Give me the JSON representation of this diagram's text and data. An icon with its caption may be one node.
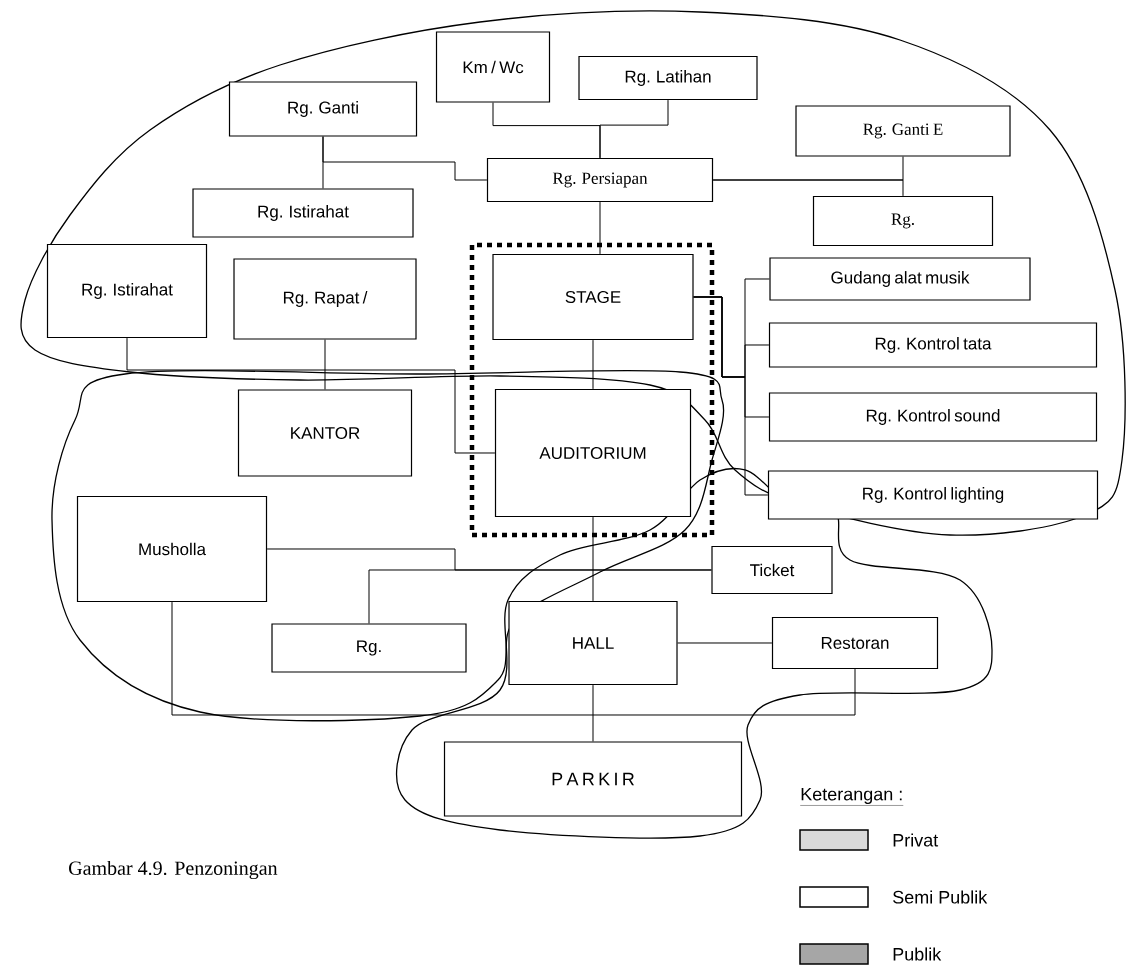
{
  "diagram": {
    "caption": "Gambar 4.9. Penzoningan",
    "nodes": [
      {
        "text": [
          "Km / Wc"
        ]
      },
      {
        "text": [
          "Rg. Latihan"
        ]
      },
      {
        "text": [
          "Rg. Ganti"
        ]
      },
      {
        "text": [
          "Rg. Persiapan"
        ]
      },
      {
        "text": [
          "Rg. Ganti E"
        ]
      },
      {
        "text": [
          "Rg."
        ]
      },
      {
        "text": [
          "Rg. Istirahat"
        ]
      },
      {
        "text": [
          "Rg. Istirahat"
        ]
      },
      {
        "text": [
          "Rg. Rapat /"
        ]
      },
      {
        "text": [
          "STAGE"
        ]
      },
      {
        "text": [
          "Gudang alat musik"
        ]
      },
      {
        "text": [
          "Rg. Kontrol tata"
        ]
      },
      {
        "text": [
          "Rg. Kontrol sound"
        ]
      },
      {
        "text": [
          "Rg. Kontrol lighting"
        ]
      },
      {
        "text": [
          "KANTOR"
        ]
      },
      {
        "text": [
          "AUDITORIUM"
        ]
      },
      {
        "text": [
          "Musholla"
        ]
      },
      {
        "text": [
          "Ticket"
        ]
      },
      {
        "text": [
          "Rg."
        ]
      },
      {
        "text": [
          "HALL"
        ]
      },
      {
        "text": [
          "Restoran"
        ]
      },
      {
        "text": [
          "P A R K I R"
        ]
      }
    ],
    "edges": [
      {
        "from": 0,
        "to": 3,
        "arrow": "none"
      },
      {
        "from": 1,
        "to": 3,
        "arrow": "none"
      },
      {
        "from": 2,
        "to": 6,
        "arrow": "none"
      },
      {
        "from": 2,
        "to": 3,
        "arrow": "none"
      },
      {
        "from": 3,
        "to": 4,
        "arrow": "none"
      },
      {
        "from": 3,
        "to": 5,
        "arrow": "none"
      },
      {
        "from": 3,
        "to": 9,
        "arrow": "none"
      },
      {
        "from": 9,
        "to": 15,
        "arrow": "none"
      },
      {
        "from": 9,
        "to": 10,
        "arrow": "none"
      },
      {
        "from": 9,
        "to": 11,
        "arrow": "none"
      },
      {
        "from": 9,
        "to": 12,
        "arrow": "none"
      },
      {
        "from": 9,
        "to": 13,
        "arrow": "none"
      },
      {
        "from": 15,
        "to": 19,
        "arrow": "none"
      },
      {
        "from": 16,
        "to": 17,
        "arrow": "none"
      },
      {
        "from": 18,
        "to": 17,
        "arrow": "none"
      },
      {
        "from": 7,
        "to": 15,
        "arrow": "none"
      },
      {
        "from": 8,
        "to": 14,
        "arrow": "none"
      },
      {
        "from": 19,
        "to": 20,
        "arrow": "none"
      },
      {
        "from": 19,
        "to": 21,
        "arrow": "none"
      },
      {
        "from": 16,
        "to": 20,
        "arrow": "none"
      }
    ],
    "labels": [
      "Keterangan :"
    ],
    "legend": [
      {
        "text": "Privat",
        "color": "#d9d9d9"
      },
      {
        "text": "Semi Publik"
      },
      {
        "text": "Publik",
        "color": "#a6a6a6"
      }
    ]
  }
}
